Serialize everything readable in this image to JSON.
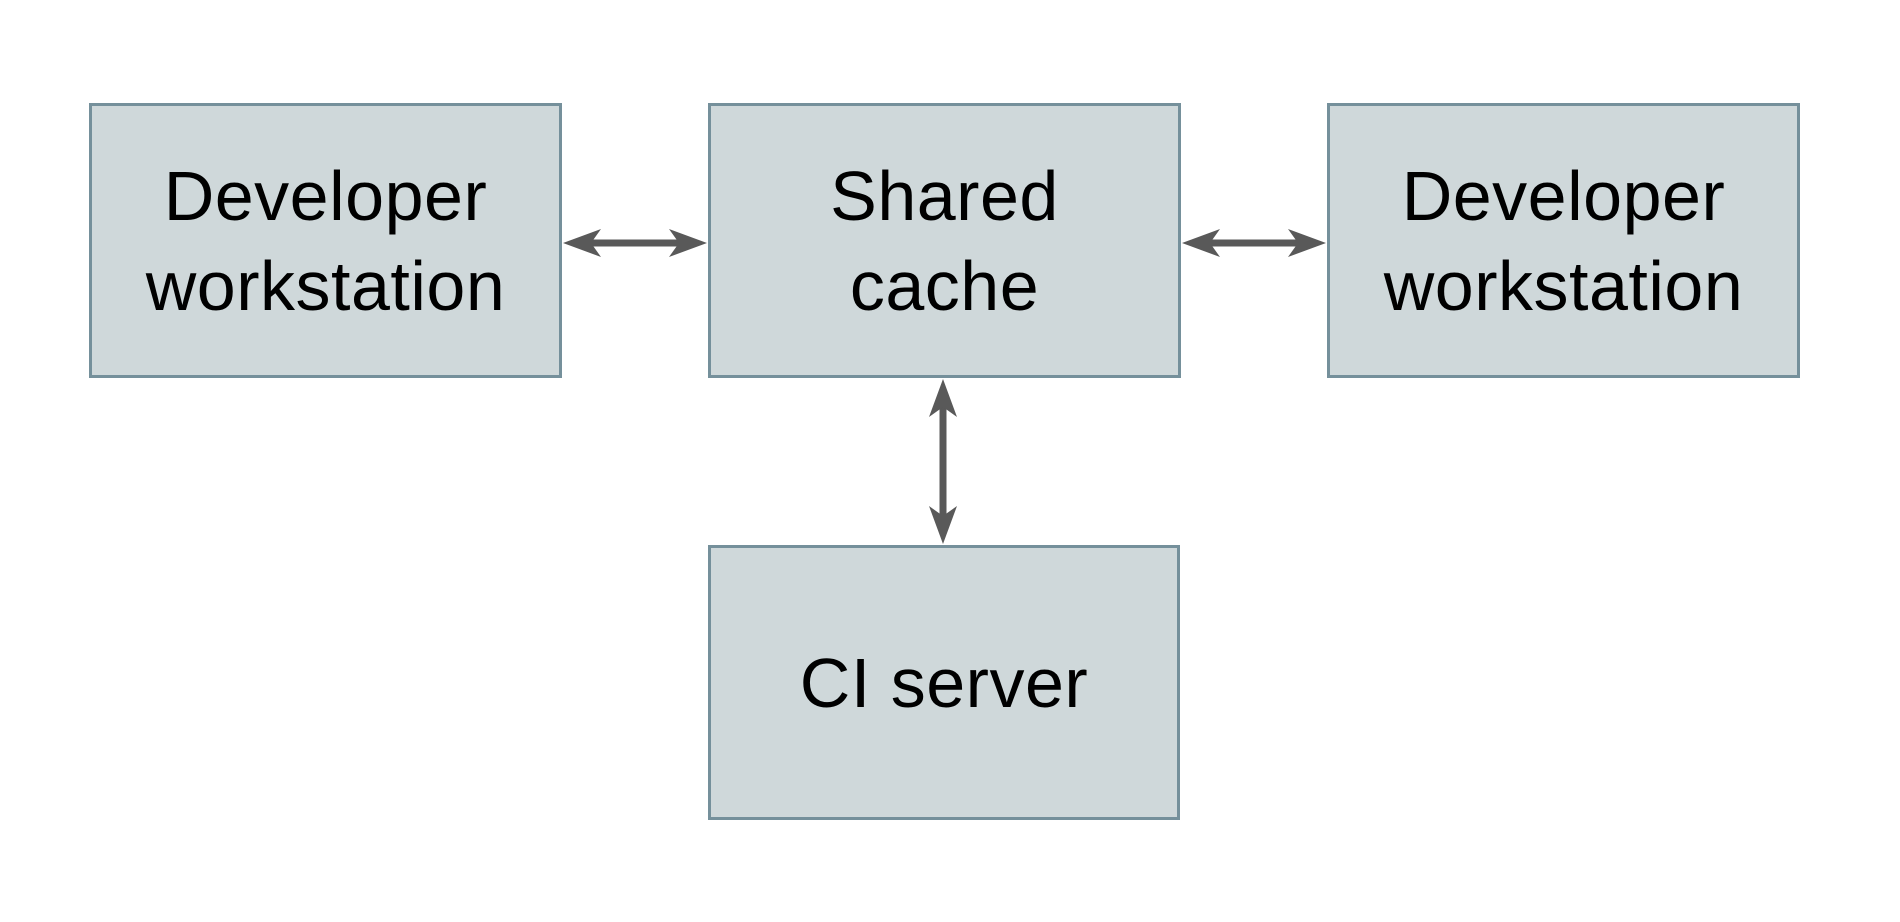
{
  "diagram": {
    "nodes": {
      "dev_left": {
        "lines": [
          "Developer",
          "workstation"
        ]
      },
      "shared_cache": {
        "lines": [
          "Shared",
          "cache"
        ]
      },
      "dev_right": {
        "lines": [
          "Developer",
          "workstation"
        ]
      },
      "ci_server": {
        "lines": [
          "CI server"
        ]
      }
    },
    "edges": [
      {
        "from": "Developer workstation (left)",
        "to": "Shared cache",
        "direction": "bidirectional",
        "orientation": "horizontal"
      },
      {
        "from": "Shared cache",
        "to": "Developer workstation (right)",
        "direction": "bidirectional",
        "orientation": "horizontal"
      },
      {
        "from": "Shared cache",
        "to": "CI server",
        "direction": "bidirectional",
        "orientation": "vertical"
      }
    ],
    "colors": {
      "background": "#ffffff",
      "node_fill": "#cfd8da",
      "node_border": "#75909b",
      "arrow": "#595959",
      "text": "#000000"
    }
  }
}
